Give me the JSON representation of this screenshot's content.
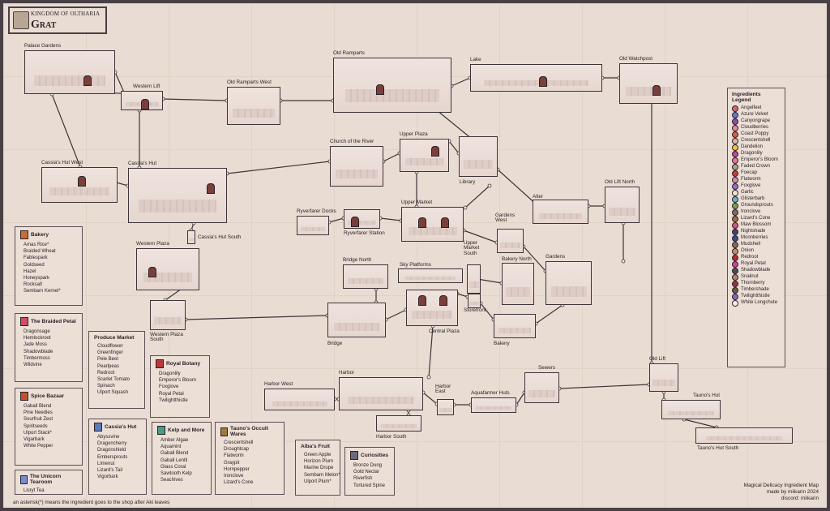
{
  "header": {
    "kingdom": "KINGDOM OF OLTHARIA",
    "region": "Grat"
  },
  "rooms": [
    {
      "label": "Palace Gardens"
    },
    {
      "label": "Western Lift"
    },
    {
      "label": "Old Ramparts West"
    },
    {
      "label": "Old Ramparts"
    },
    {
      "label": "Lake"
    },
    {
      "label": "Old Watchpost"
    },
    {
      "label": "Cassia's Hut West"
    },
    {
      "label": "Cassia's Hut"
    },
    {
      "label": "Church of the River"
    },
    {
      "label": "Upper Plaza"
    },
    {
      "label": "Library"
    },
    {
      "label": "Old Lift North"
    },
    {
      "label": "Alter"
    },
    {
      "label": "Ryverfarer Docks"
    },
    {
      "label": "Ryverfarer Station"
    },
    {
      "label": "Upper Market"
    },
    {
      "label": "Gardens West"
    },
    {
      "label": "Cassia's Hut South"
    },
    {
      "label": "Western Plaza"
    },
    {
      "label": "Bridge North"
    },
    {
      "label": "Sky Platforms"
    },
    {
      "label": "Upper Market South"
    },
    {
      "label": "Bakery North"
    },
    {
      "label": "Gardens"
    },
    {
      "label": "Western Plaza South"
    },
    {
      "label": "Bridge"
    },
    {
      "label": "Storefront"
    },
    {
      "label": "Central Plaza"
    },
    {
      "label": "Bakery"
    },
    {
      "label": "Old Lift"
    },
    {
      "label": "Sewers"
    },
    {
      "label": "Harbor West"
    },
    {
      "label": "Harbor"
    },
    {
      "label": "Harbor East"
    },
    {
      "label": "Aquafarmer Huts"
    },
    {
      "label": "Tauno's Hut"
    },
    {
      "label": "Harbor South"
    },
    {
      "label": "Tauno's Hut South"
    }
  ],
  "shops": [
    {
      "title": "Bakery",
      "items": [
        "Amas Rice*",
        "Braided Wheat",
        "Fablespark",
        "Goldseed",
        "Hazel",
        "Honeyspark",
        "Rocksalt",
        "Sembarn Kernel*"
      ]
    },
    {
      "title": "The Braided Petal",
      "items": [
        "Dragonsage",
        "Hemlockroot",
        "Jade Moss",
        "Shadowblade",
        "Timbermoss",
        "Wildvine"
      ]
    },
    {
      "title": "Spice Bazaar",
      "items": [
        "Gaball Blend",
        "Pine Needles",
        "Sourfruit Zest",
        "Spiritseeds",
        "Ulport Stack*",
        "Vigarbark",
        "White Pepper"
      ]
    },
    {
      "title": "The Unicorn Tearoom",
      "items": [
        "Lisryt Tea"
      ]
    },
    {
      "title": "Produce Market",
      "items": [
        "Cloudflower",
        "Greenfinger",
        "Pele Beet",
        "Pearlpeas",
        "Redroot",
        "Scarlet Tomato",
        "Spinach",
        "Ulport Squash"
      ]
    },
    {
      "title": "Royal Botany",
      "items": [
        "Dragonlily",
        "Emperor's Bloom",
        "Foxglove",
        "Royal Petal",
        "Twilightthistle"
      ]
    },
    {
      "title": "Cassia's Hut",
      "items": [
        "Abyssvine",
        "Dragoncherry",
        "Dragonshield",
        "Embersprouts",
        "Limenut",
        "Lizard's Tail",
        "Vigorbark"
      ]
    },
    {
      "title": "Kelp and More",
      "items": [
        "Amber Algae",
        "Aquamint",
        "Gaball Blend",
        "Gaball Lentil",
        "Glass Coral",
        "Sawtooth Kelp",
        "Seachives"
      ]
    },
    {
      "title": "Tauno's Occult Wares",
      "items": [
        "Crescentshell",
        "Droughtcap",
        "Flatworm",
        "Graypit",
        "Hornpepper",
        "Ironclove",
        "Lizard's Cone"
      ]
    },
    {
      "title": "Alba's Fruit",
      "items": [
        "Green Apple",
        "Horizon Plum",
        "Marine Drupe",
        "Sembarn Melon*",
        "Ulport Plum*"
      ]
    },
    {
      "title": "Curiosities",
      "items": [
        "Bronze Dung",
        "Gold Nectar",
        "Riverfish",
        "Tortured Spine"
      ]
    }
  ],
  "legend": {
    "title": "Ingredients Legend",
    "items": [
      {
        "name": "Angelfeet",
        "color": "#d26a6a"
      },
      {
        "name": "Azure Velvet",
        "color": "#5c7bd6"
      },
      {
        "name": "Canyongrape",
        "color": "#8a4ea8"
      },
      {
        "name": "Cloudberries",
        "color": "#e08aa4"
      },
      {
        "name": "Coast Poppy",
        "color": "#e05a3a"
      },
      {
        "name": "Crescentshell",
        "color": "#d9b8a0"
      },
      {
        "name": "Dandelion",
        "color": "#f0c53a"
      },
      {
        "name": "Dragonlily",
        "color": "#c2478e"
      },
      {
        "name": "Emperor's Bloom",
        "color": "#e07a9c"
      },
      {
        "name": "Faded Crown",
        "color": "#b5a17a"
      },
      {
        "name": "Foecap",
        "color": "#c43c3c"
      },
      {
        "name": "Flatworm",
        "color": "#d98aa0"
      },
      {
        "name": "Foxglove",
        "color": "#9c6ad0"
      },
      {
        "name": "Garlic",
        "color": "#efe6d6"
      },
      {
        "name": "Glisterbarb",
        "color": "#6ab0c9"
      },
      {
        "name": "Groundsprouts",
        "color": "#7ea04a"
      },
      {
        "name": "Ironclove",
        "color": "#7a6a6a"
      },
      {
        "name": "Lizard's Cone",
        "color": "#a8683a"
      },
      {
        "name": "Maw Blossom",
        "color": "#d05a7a"
      },
      {
        "name": "Nightshade",
        "color": "#4e3a78"
      },
      {
        "name": "Moonberries",
        "color": "#3a4a8a"
      },
      {
        "name": "Mudshell",
        "color": "#8a6a4a"
      },
      {
        "name": "Onion",
        "color": "#c98a6a"
      },
      {
        "name": "Redroot",
        "color": "#b03030"
      },
      {
        "name": "Royal Petal",
        "color": "#d040a0"
      },
      {
        "name": "Shadowblade",
        "color": "#4a4a5a"
      },
      {
        "name": "Snailnut",
        "color": "#b08a5a"
      },
      {
        "name": "Thornberry",
        "color": "#a0304a"
      },
      {
        "name": "Timbershade",
        "color": "#6a5a3a"
      },
      {
        "name": "Twilightthistle",
        "color": "#7a6ac0"
      },
      {
        "name": "White Longchute",
        "color": "#f3f0ec"
      }
    ]
  },
  "footnote": "an asterisk(*) means the ingredient goes to the shop after Aki leaves",
  "credits": [
    "Magical Delicacy Ingredient Map",
    "made by miikarin 2024",
    "discord: miikarin"
  ]
}
